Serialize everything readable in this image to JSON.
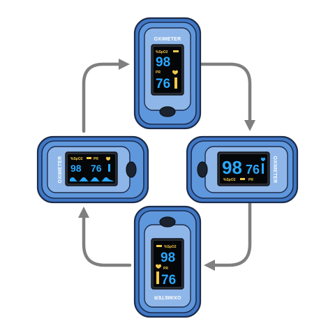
{
  "diagram": {
    "brand": "OXIMETER",
    "spo2_label": "%SpO2",
    "pr_label": "PR",
    "spo2_value": "98",
    "pr_value": "76"
  },
  "colors": {
    "body": "#3f77c4",
    "arrow": "#7f7f7f",
    "screen_digits": "#29a8ff",
    "screen_labels": "#f2c94c"
  }
}
